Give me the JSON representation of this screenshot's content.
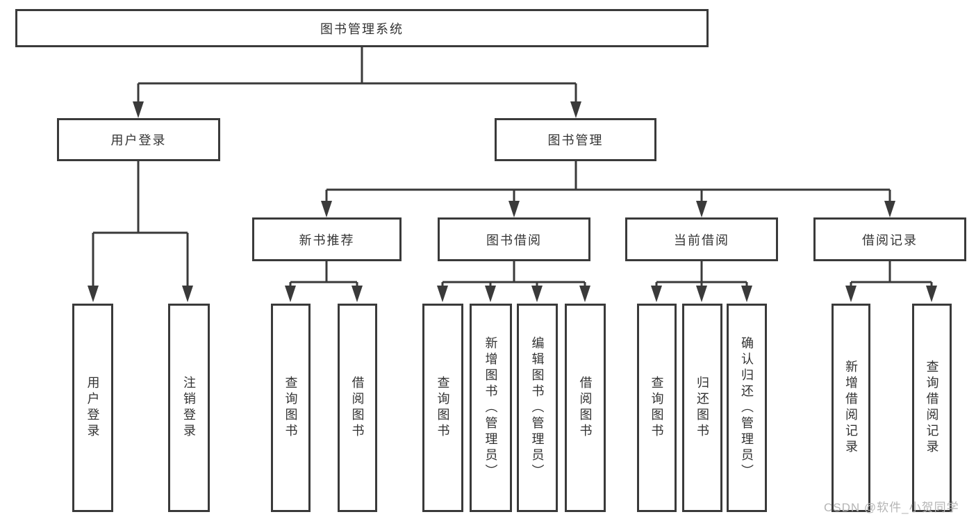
{
  "diagram_type": "hierarchy",
  "tree": {
    "label": "图书管理系统",
    "children": [
      {
        "label": "用户登录",
        "children": [
          {
            "label": "用户登录"
          },
          {
            "label": "注销登录"
          }
        ]
      },
      {
        "label": "图书管理",
        "children": [
          {
            "label": "新书推荐",
            "children": [
              {
                "label": "查询图书"
              },
              {
                "label": "借阅图书"
              }
            ]
          },
          {
            "label": "图书借阅",
            "children": [
              {
                "label": "查询图书"
              },
              {
                "label": "新增图书（管理员）"
              },
              {
                "label": "编辑图书（管理员）"
              },
              {
                "label": "借阅图书"
              }
            ]
          },
          {
            "label": "当前借阅",
            "children": [
              {
                "label": "查询图书"
              },
              {
                "label": "归还图书"
              },
              {
                "label": "确认归还（管理员）"
              }
            ]
          },
          {
            "label": "借阅记录",
            "children": [
              {
                "label": "新增借阅记录"
              },
              {
                "label": "查询借阅记录"
              }
            ]
          }
        ]
      }
    ]
  },
  "watermark": {
    "text": "CSDN @软件_小贺同学"
  },
  "colors": {
    "line": "#3a3a3a",
    "box_border": "#3a3a3a",
    "box_background": "#ffffff",
    "text": "#333333",
    "watermark": "#b5b5b5",
    "page_background": "#ffffff"
  }
}
